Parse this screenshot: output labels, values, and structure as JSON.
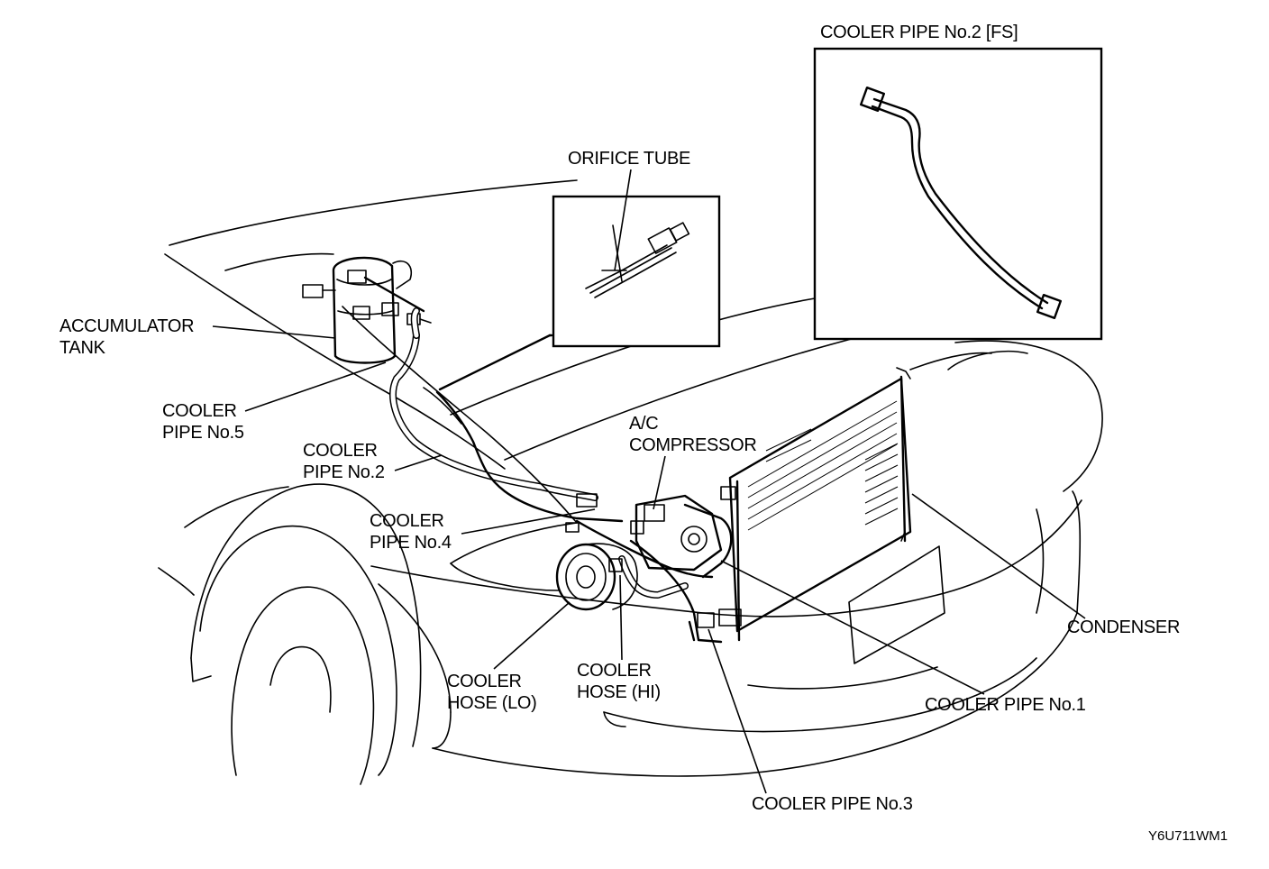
{
  "labels": {
    "cooler_pipe_2_fs": "COOLER PIPE No.2 [FS]",
    "orifice_tube": "ORIFICE TUBE",
    "accumulator_tank_l1": "ACCUMULATOR",
    "accumulator_tank_l2": "TANK",
    "cooler_pipe_5_l1": "COOLER",
    "cooler_pipe_5_l2": "PIPE No.5",
    "cooler_pipe_2_l1": "COOLER",
    "cooler_pipe_2_l2": "PIPE No.2",
    "ac_compressor_l1": "A/C",
    "ac_compressor_l2": "COMPRESSOR",
    "cooler_pipe_4_l1": "COOLER",
    "cooler_pipe_4_l2": "PIPE No.4",
    "cooler_hose_lo_l1": "COOLER",
    "cooler_hose_lo_l2": "HOSE (LO)",
    "cooler_hose_hi_l1": "COOLER",
    "cooler_hose_hi_l2": "HOSE (HI)",
    "condenser": "CONDENSER",
    "cooler_pipe_1": "COOLER PIPE No.1",
    "cooler_pipe_3": "COOLER PIPE No.3"
  },
  "figure_code": "Y6U711WM1"
}
